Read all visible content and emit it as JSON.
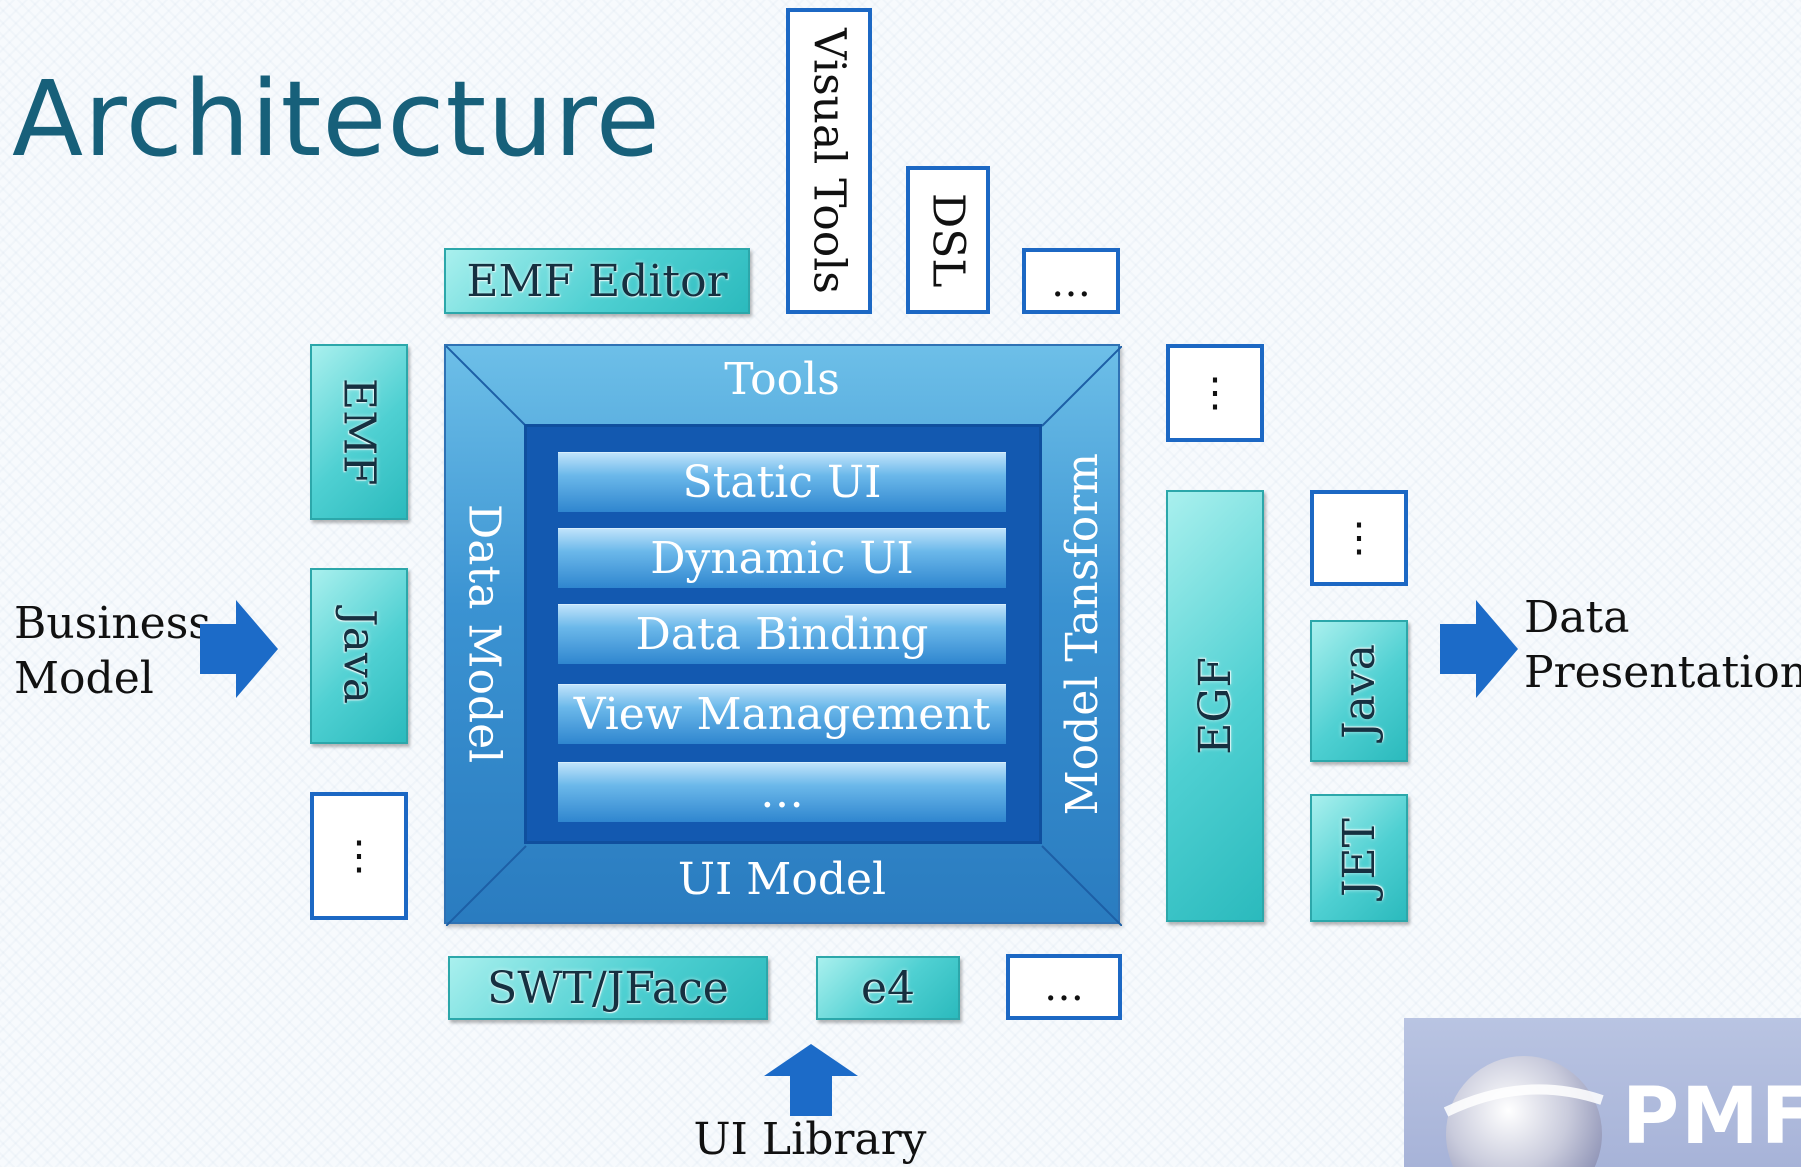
{
  "title": "Architecture",
  "top": {
    "emf_editor": "EMF Editor",
    "visual_tools": "Visual Tools",
    "dsl": "DSL",
    "more": "…"
  },
  "left": {
    "emf": "EMF",
    "java": "Java",
    "more": "⋮"
  },
  "input_label": {
    "line1": "Business",
    "line2": "Model"
  },
  "core": {
    "top": "Tools",
    "left": "Data Model",
    "right": "Model Tansform",
    "bottom": "UI Model",
    "layers": [
      "Static UI",
      "Dynamic UI",
      "Data Binding",
      "View Management",
      "…"
    ]
  },
  "right": {
    "more_top": "⋮",
    "egf": "EGF",
    "more_side": "⋮",
    "java": "Java",
    "jet": "JET"
  },
  "output_label": {
    "line1": "Data",
    "line2": "Presentation"
  },
  "bottom": {
    "swt": "SWT/JFace",
    "e4": "e4",
    "more": "…",
    "ui_library": "UI Library"
  },
  "logo": "PMF",
  "colors": {
    "title": "#17607a",
    "teal": "#4fd0d2",
    "blue": "#1c68c4",
    "frame": "#3b93d2"
  }
}
